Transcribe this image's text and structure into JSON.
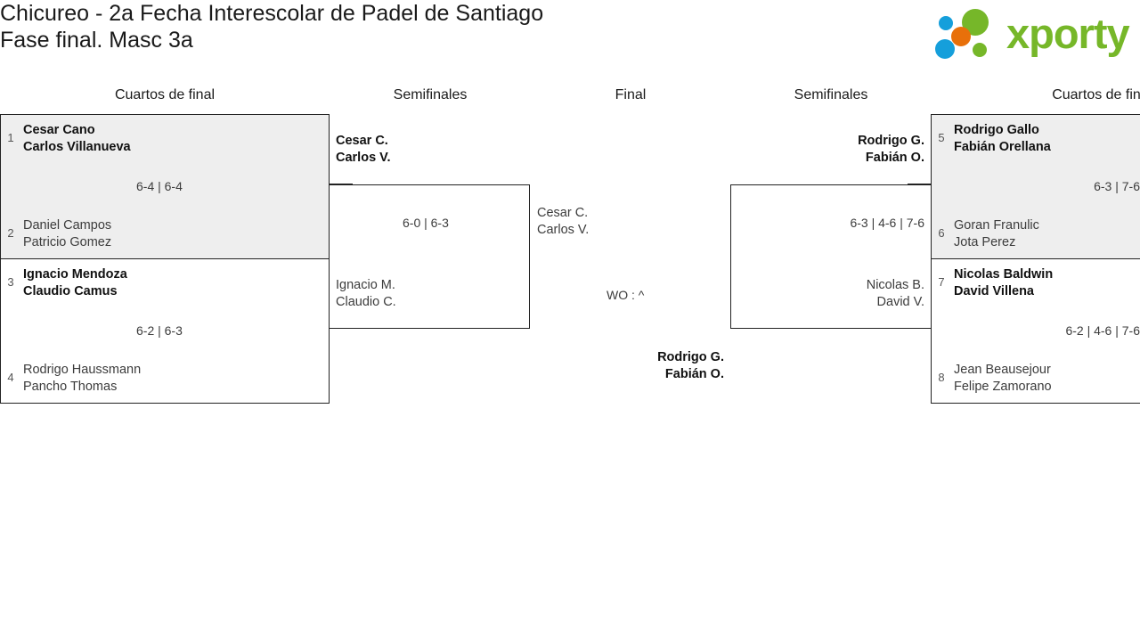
{
  "header": {
    "title": "Chicureo - 2a Fecha Interescolar de Padel de Santiago\nFase final. Masc 3a",
    "logo_text": "xporty",
    "logo_colors": {
      "green": "#76b729",
      "orange": "#e8700a",
      "blue": "#159fdb"
    }
  },
  "columns": [
    {
      "label": "Cuartos de final"
    },
    {
      "label": "Semifinales"
    },
    {
      "label": "Final"
    },
    {
      "label": "Semifinales"
    },
    {
      "label": "Cuartos de fin"
    }
  ],
  "bracket": {
    "left_quarterfinals": [
      {
        "shaded": true,
        "top": {
          "seed": "1",
          "p1": "Cesar Cano",
          "p2": "Carlos Villanueva",
          "winner": true
        },
        "bottom": {
          "seed": "2",
          "p1": "Daniel Campos",
          "p2": "Patricio Gomez",
          "winner": false
        },
        "score": "6-4 | 6-4"
      },
      {
        "shaded": false,
        "top": {
          "seed": "3",
          "p1": "Ignacio Mendoza",
          "p2": "Claudio Camus",
          "winner": true
        },
        "bottom": {
          "seed": "4",
          "p1": "Rodrigo Haussmann",
          "p2": "Pancho Thomas",
          "winner": false
        },
        "score": "6-2 | 6-3"
      }
    ],
    "right_quarterfinals": [
      {
        "shaded": true,
        "top": {
          "seed": "5",
          "p1": "Rodrigo Gallo",
          "p2": "Fabián Orellana",
          "winner": true
        },
        "bottom": {
          "seed": "6",
          "p1": "Goran Franulic",
          "p2": "Jota Perez",
          "winner": false
        },
        "score": "6-3 | 7-6"
      },
      {
        "shaded": false,
        "top": {
          "seed": "7",
          "p1": "Nicolas Baldwin",
          "p2": "David Villena",
          "winner": true
        },
        "bottom": {
          "seed": "8",
          "p1": "Jean Beausejour",
          "p2": "Felipe Zamorano",
          "winner": false
        },
        "score": "6-2 | 4-6 | 7-6"
      }
    ],
    "left_semifinal": {
      "top": {
        "p1": "Cesar C.",
        "p2": "Carlos V.",
        "winner": true
      },
      "bottom": {
        "p1": "Ignacio M.",
        "p2": "Claudio C.",
        "winner": false
      },
      "score": "6-0 | 6-3"
    },
    "right_semifinal": {
      "top": {
        "p1": "Rodrigo G.",
        "p2": "Fabián O.",
        "winner": true
      },
      "bottom": {
        "p1": "Nicolas B.",
        "p2": "David V.",
        "winner": false
      },
      "score": "6-3 | 4-6 | 7-6"
    },
    "final": {
      "top": {
        "p1": "Cesar C.",
        "p2": "Carlos V.",
        "winner": false
      },
      "bottom": {
        "p1": "Rodrigo G.",
        "p2": "Fabián O.",
        "winner": true
      },
      "score": "WO : ^"
    }
  }
}
